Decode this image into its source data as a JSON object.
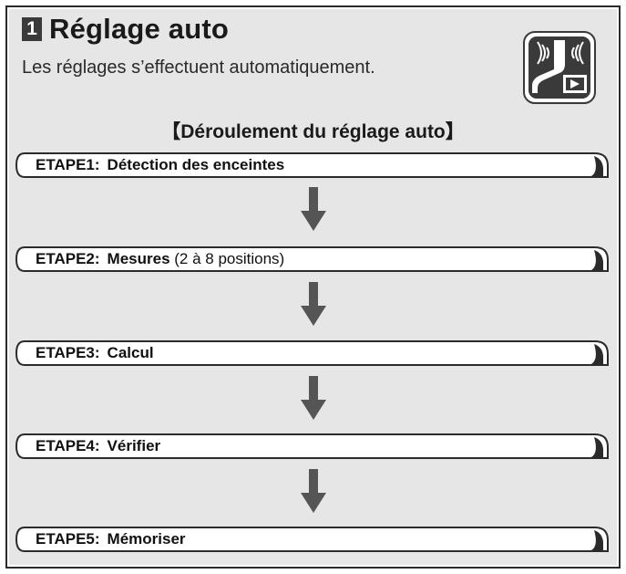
{
  "header": {
    "number": "1",
    "title": "Réglage auto",
    "subtitle": "Les réglages s’effectuent automatiquement.",
    "badge_icon": "speaker-play-icon"
  },
  "flow": {
    "title": "【Déroulement du réglage auto】",
    "steps": [
      {
        "id": "ETAPE1:",
        "name": "Détection des enceintes",
        "note": ""
      },
      {
        "id": "ETAPE2:",
        "name": "Mesures",
        "note": "(2 à 8 positions)"
      },
      {
        "id": "ETAPE3:",
        "name": "Calcul",
        "note": ""
      },
      {
        "id": "ETAPE4:",
        "name": "Vérifier",
        "note": ""
      },
      {
        "id": "ETAPE5:",
        "name": "Mémoriser",
        "note": ""
      }
    ],
    "arrow_icon": "down-arrow-icon"
  },
  "colors": {
    "panel_bg": "#e6e6e6",
    "border": "#2b2b2b",
    "step_bg": "#ffffff",
    "arrow": "#555555",
    "badge_bg": "#3a3a3a"
  }
}
